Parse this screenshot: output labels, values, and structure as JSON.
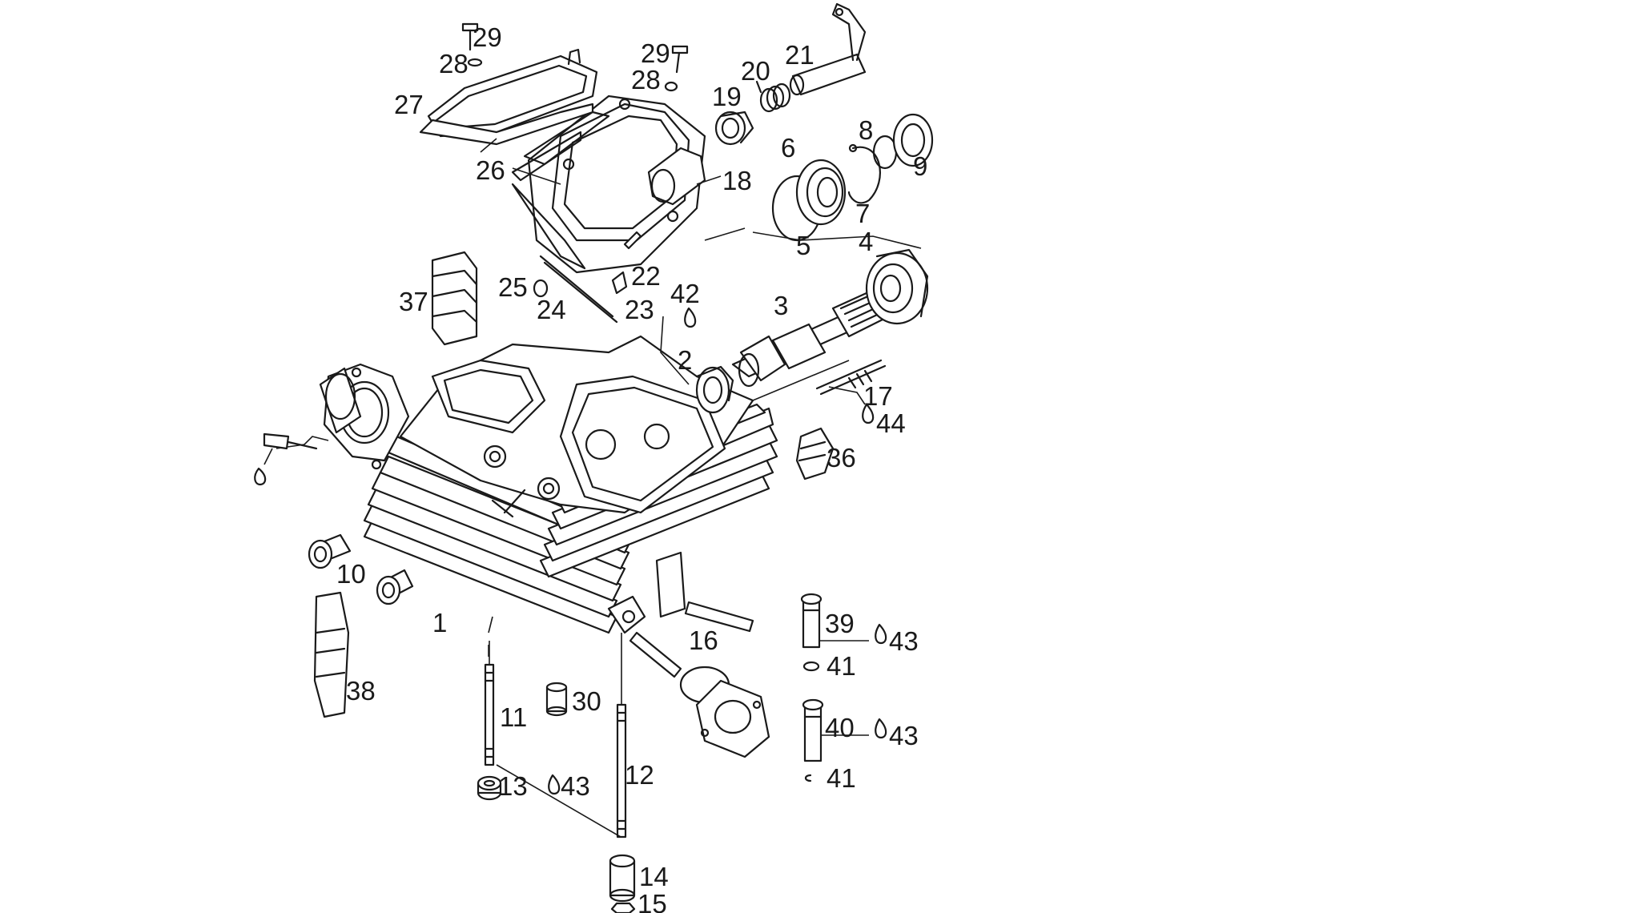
{
  "diagram": {
    "callouts": [
      "1",
      "2",
      "3",
      "4",
      "5",
      "6",
      "7",
      "8",
      "9",
      "10",
      "11",
      "12",
      "13",
      "14",
      "15",
      "16",
      "17",
      "18",
      "19",
      "20",
      "21",
      "22",
      "23",
      "24",
      "25",
      "26",
      "27",
      "28",
      "29",
      "30",
      "36",
      "37",
      "38",
      "39",
      "40",
      "41",
      "42",
      "43",
      "44"
    ],
    "stroke_color": "#1a1a1a",
    "background": "#ffffff"
  }
}
